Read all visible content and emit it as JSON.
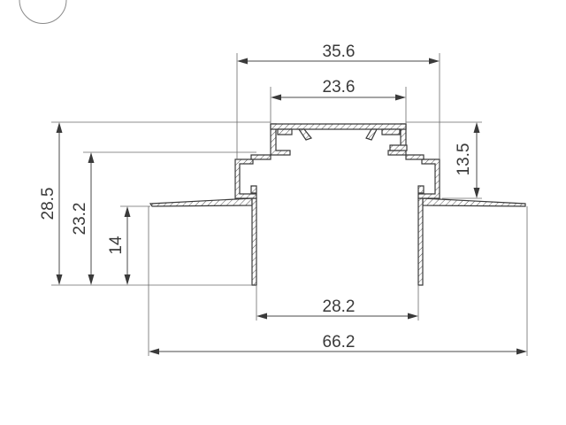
{
  "dimensions": {
    "top_outer_width": "35.6",
    "top_inner_width": "23.6",
    "flange_step_height": "13.5",
    "overall_height": "28.5",
    "step_height": "23.2",
    "wall_height": "14",
    "inner_bottom_width": "28.2",
    "overall_width": "66.2"
  }
}
